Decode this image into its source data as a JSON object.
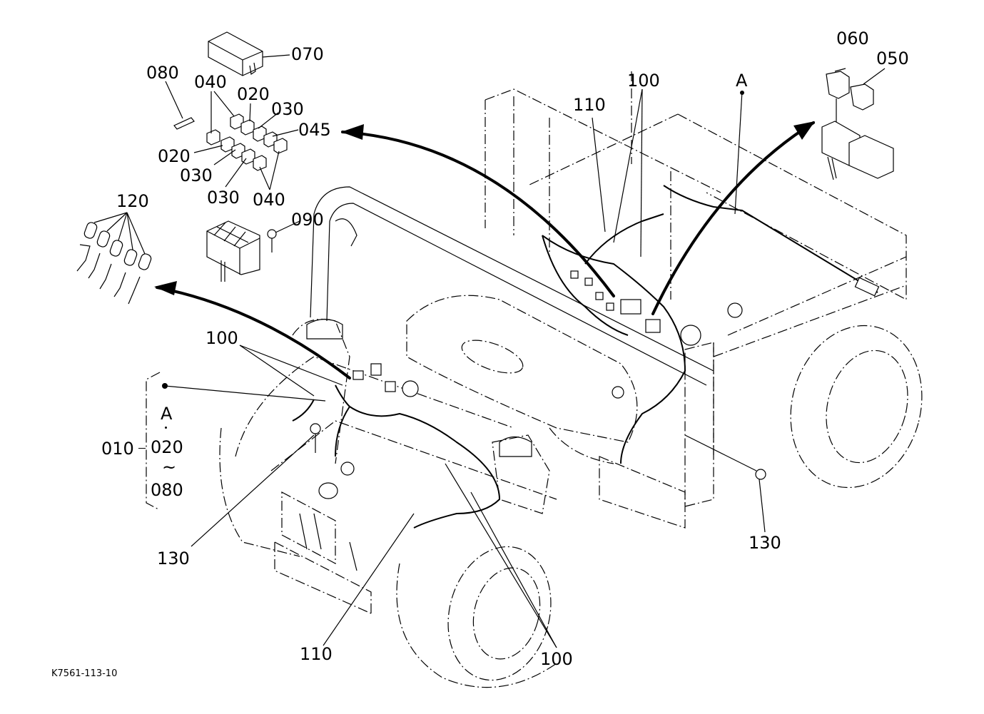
{
  "diagram": {
    "title": "Wiring harness parts diagram",
    "figure_code": "K7561-113-10",
    "callouts": {
      "c070": "070",
      "c080": "080",
      "c040_top": "040",
      "c020_top": "020",
      "c030_top": "030",
      "c045": "045",
      "c020_left": "020",
      "c030_left": "030",
      "c030_bottom": "030",
      "c040_bottom": "040",
      "c090": "090",
      "c120": "120",
      "c060": "060",
      "c050": "050",
      "c110_top": "110",
      "c100_top": "100",
      "cA_top": "A",
      "c100_left": "100",
      "c130_left": "130",
      "c130_right": "130",
      "c110_bottom": "110",
      "c100_bottom": "100"
    },
    "assembly_bracket": {
      "part": "010",
      "ref": "A",
      "range_start": "020",
      "range_sep": "~",
      "range_end": "080"
    }
  }
}
